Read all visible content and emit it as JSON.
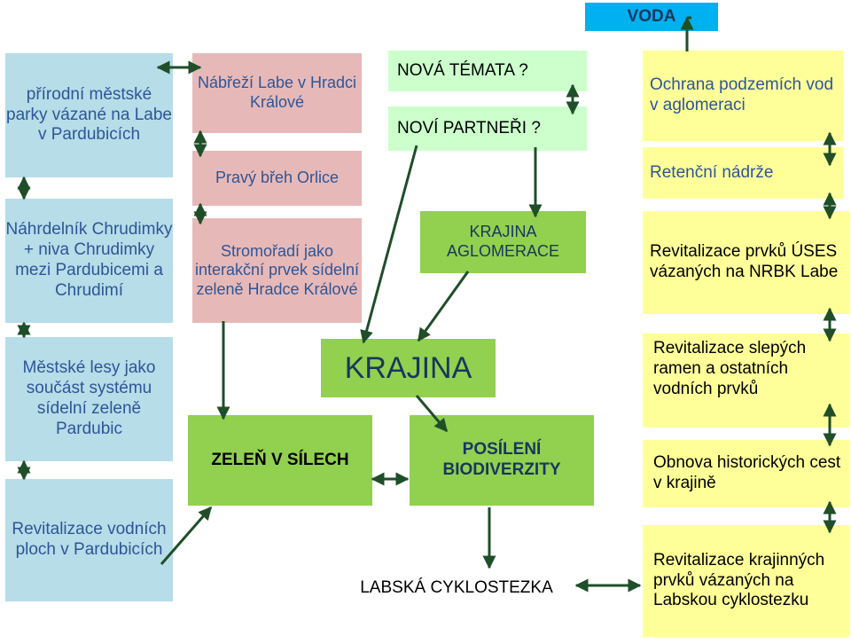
{
  "top_label": "VODA",
  "left_column": [
    "přírodní městské parky vázané na Labe v Pardubicích",
    "Náhrdelník Chrudimky + niva Chrudimky mezi Pardubicemi a Chrudimí",
    "Městské lesy jako součást systému sídelní zeleně Pardubic",
    "Revitalizace vodních ploch v Pardubicích"
  ],
  "second_column": {
    "nabrezi": "Nábřeží Labe v Hradci Králové",
    "pravy_breh": "Pravý břeh Orlice",
    "stromoradi": "Stromořadí jako interakční prvek sídelní zeleně Hradce Králové",
    "zelen": "ZELEŇ V SÍLECH"
  },
  "center": {
    "nova_temata": "NOVÁ TÉMATA ?",
    "novi_partneri": "NOVÍ PARTNEŘI ?",
    "krajina_aglomerace": "KRAJINA AGLOMERACE",
    "krajina": "KRAJINA",
    "posileni": "POSÍLENÍ BIODIVERZITY",
    "labska": "LABSKÁ CYKLOSTEZKA"
  },
  "right_column": [
    "Ochrana podzemích vod v aglomeraci",
    "Retenční nádrže",
    "Revitalizace prvků ÚSES vázaných na NRBK Labe",
    "Revitalizace slepých ramen a ostatních vodních prvků",
    "Obnova historických cest v krajině",
    "Revitalizace krajinných prvků vázaných na Labskou cyklostezku"
  ],
  "colors": {
    "blue_box": "#b6dde8",
    "pink_box": "#e6b9b8",
    "green_box": "#92d050",
    "light_green_box": "#ccffcc",
    "yellow_box": "#ffff99",
    "voda_box": "#00b0f0",
    "arrow": "#1f4e29"
  }
}
